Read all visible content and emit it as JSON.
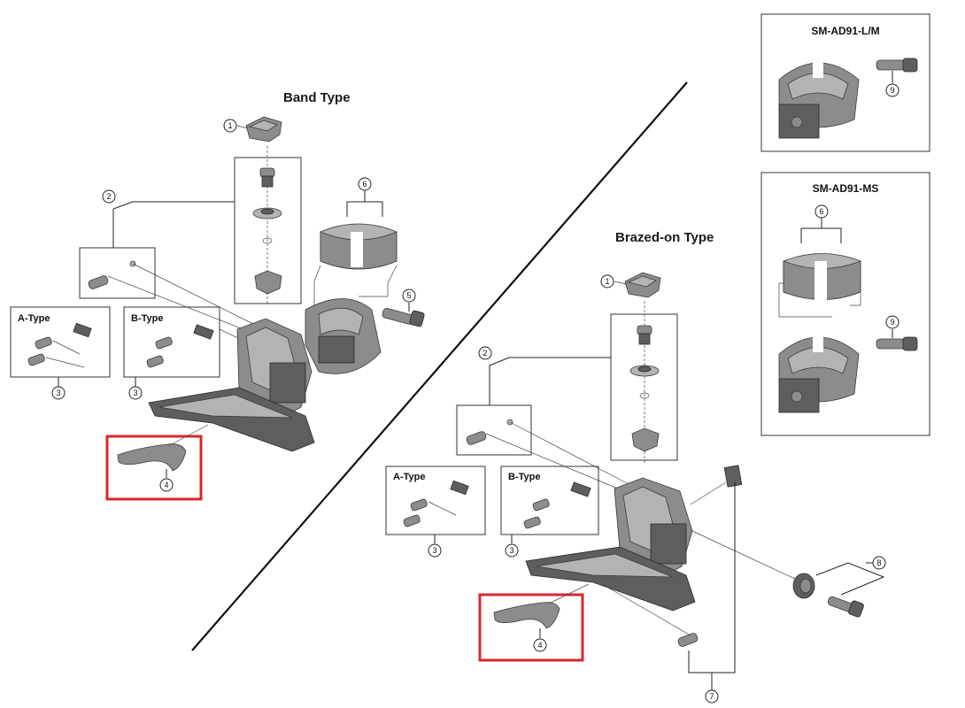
{
  "titles": {
    "band": "Band Type",
    "brazed": "Brazed-on Type"
  },
  "sub_boxes": {
    "a_type": "A-Type",
    "b_type": "B-Type"
  },
  "panels": {
    "lm": "SM-AD91-L/M",
    "ms": "SM-AD91-MS"
  },
  "callouts": {
    "n1": "1",
    "n2": "2",
    "n3": "3",
    "n4": "4",
    "n5": "5",
    "n6": "6",
    "n7": "7",
    "n8": "8",
    "n9": "9"
  },
  "colors": {
    "highlight": "#d9262c",
    "part": "#8c8c8c"
  }
}
